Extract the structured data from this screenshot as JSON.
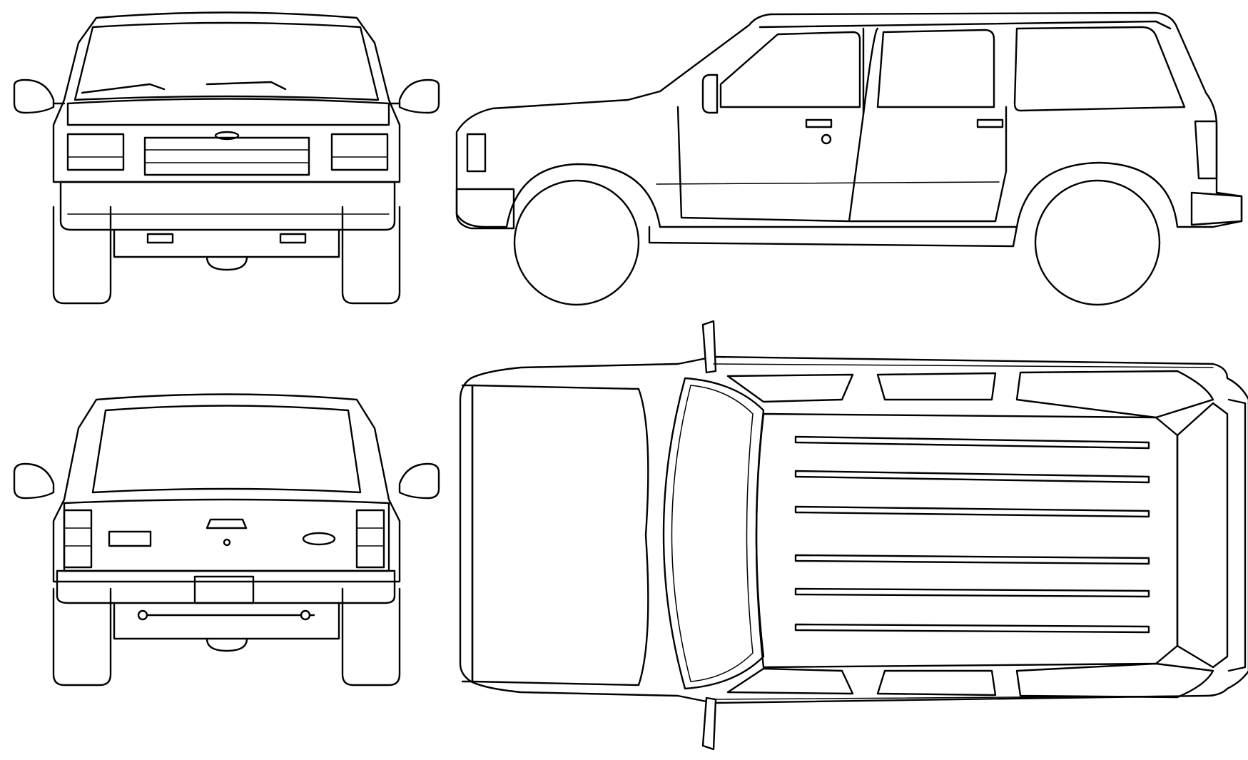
{
  "blueprint": {
    "views": [
      {
        "id": "front",
        "name": "front-view"
      },
      {
        "id": "side",
        "name": "side-view"
      },
      {
        "id": "rear",
        "name": "rear-view"
      },
      {
        "id": "top",
        "name": "top-view"
      }
    ],
    "colors": {
      "line": "#000000",
      "background": "#ffffff"
    }
  }
}
